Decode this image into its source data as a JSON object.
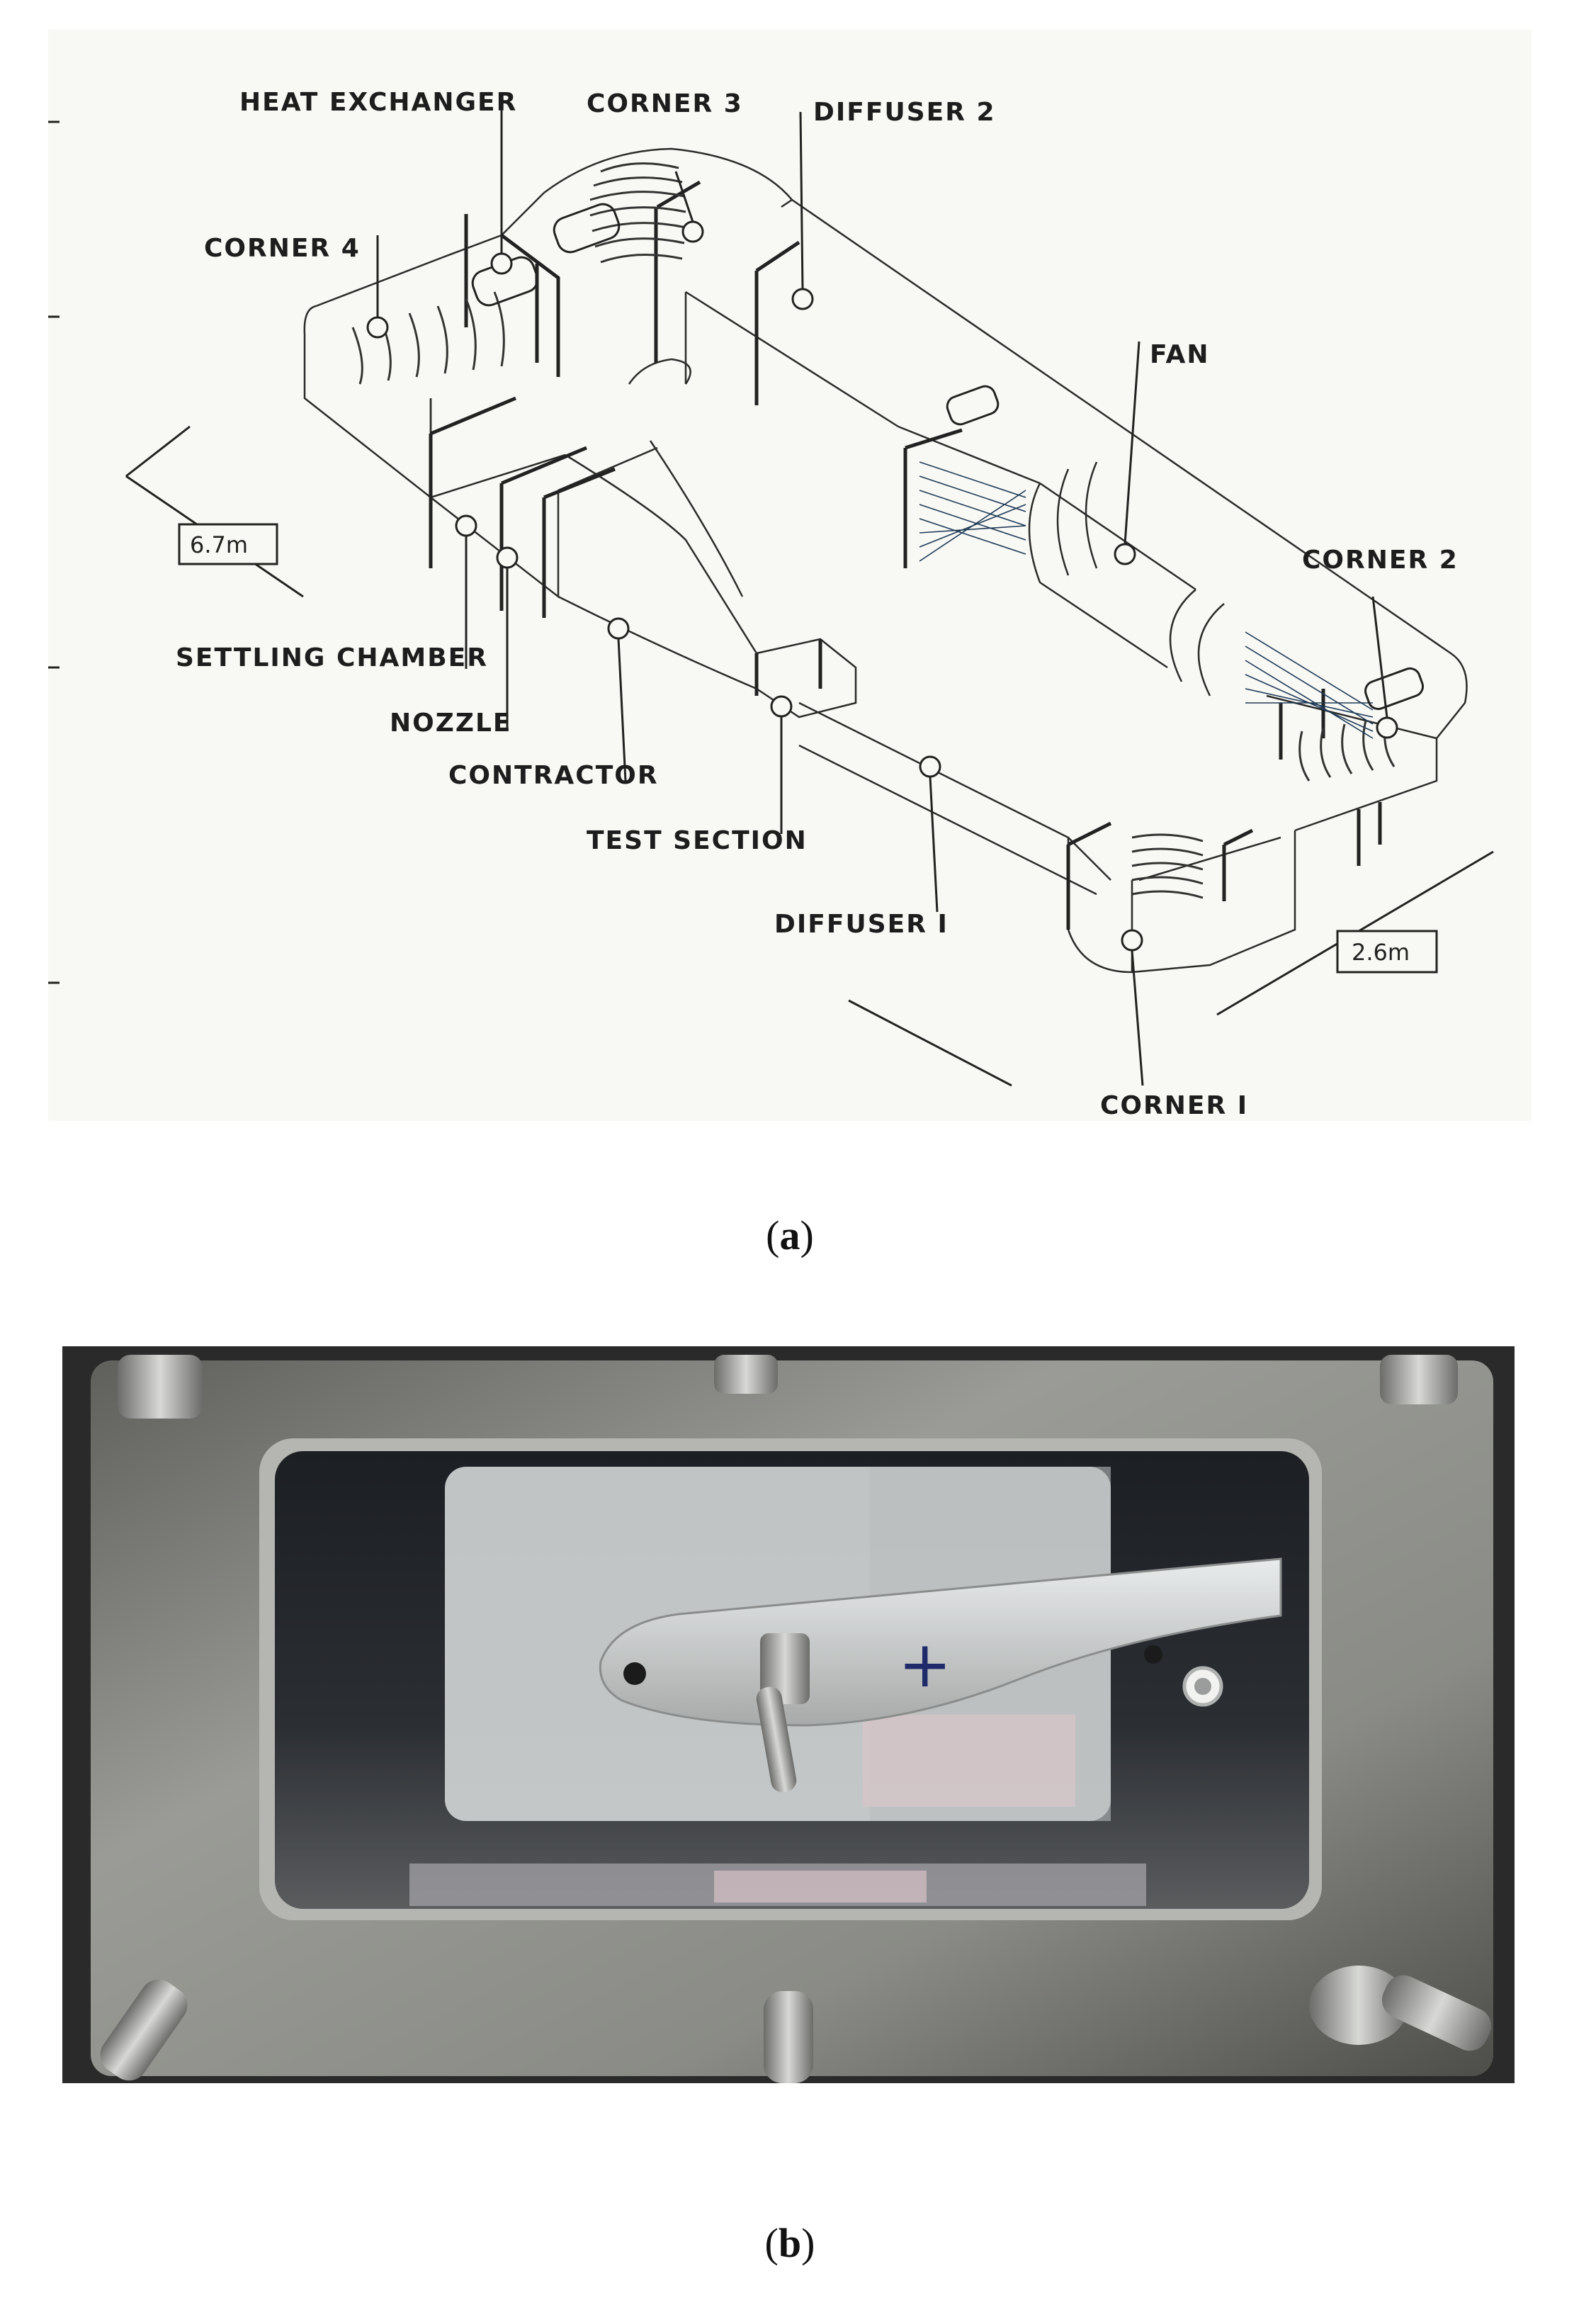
{
  "panel_a": {
    "caption_letter": "a",
    "labels": {
      "heat_exchanger": "HEAT EXCHANGER",
      "corner3": "CORNER 3",
      "diffuser2": "DIFFUSER 2",
      "corner4": "CORNER 4",
      "fan": "FAN",
      "corner2": "CORNER 2",
      "settling_chamber": "SETTLING CHAMBER",
      "nozzle": "NOZZLE",
      "contractor": "CONTRACTOR",
      "test_section": "TEST SECTION",
      "diffuser1": "DIFFUSER I",
      "corner1": "CORNER I"
    },
    "dimensions": {
      "width": "6.7m",
      "depth": "2.6m"
    }
  },
  "panel_b": {
    "caption_letter": "b",
    "model_mark": "+"
  },
  "colors": {
    "paper": "#f8f8f4",
    "ink": "#222222",
    "fan_lines": "#1e3a57",
    "plate": "#8e8f8b",
    "dark_frame": "#2a2a2a"
  }
}
